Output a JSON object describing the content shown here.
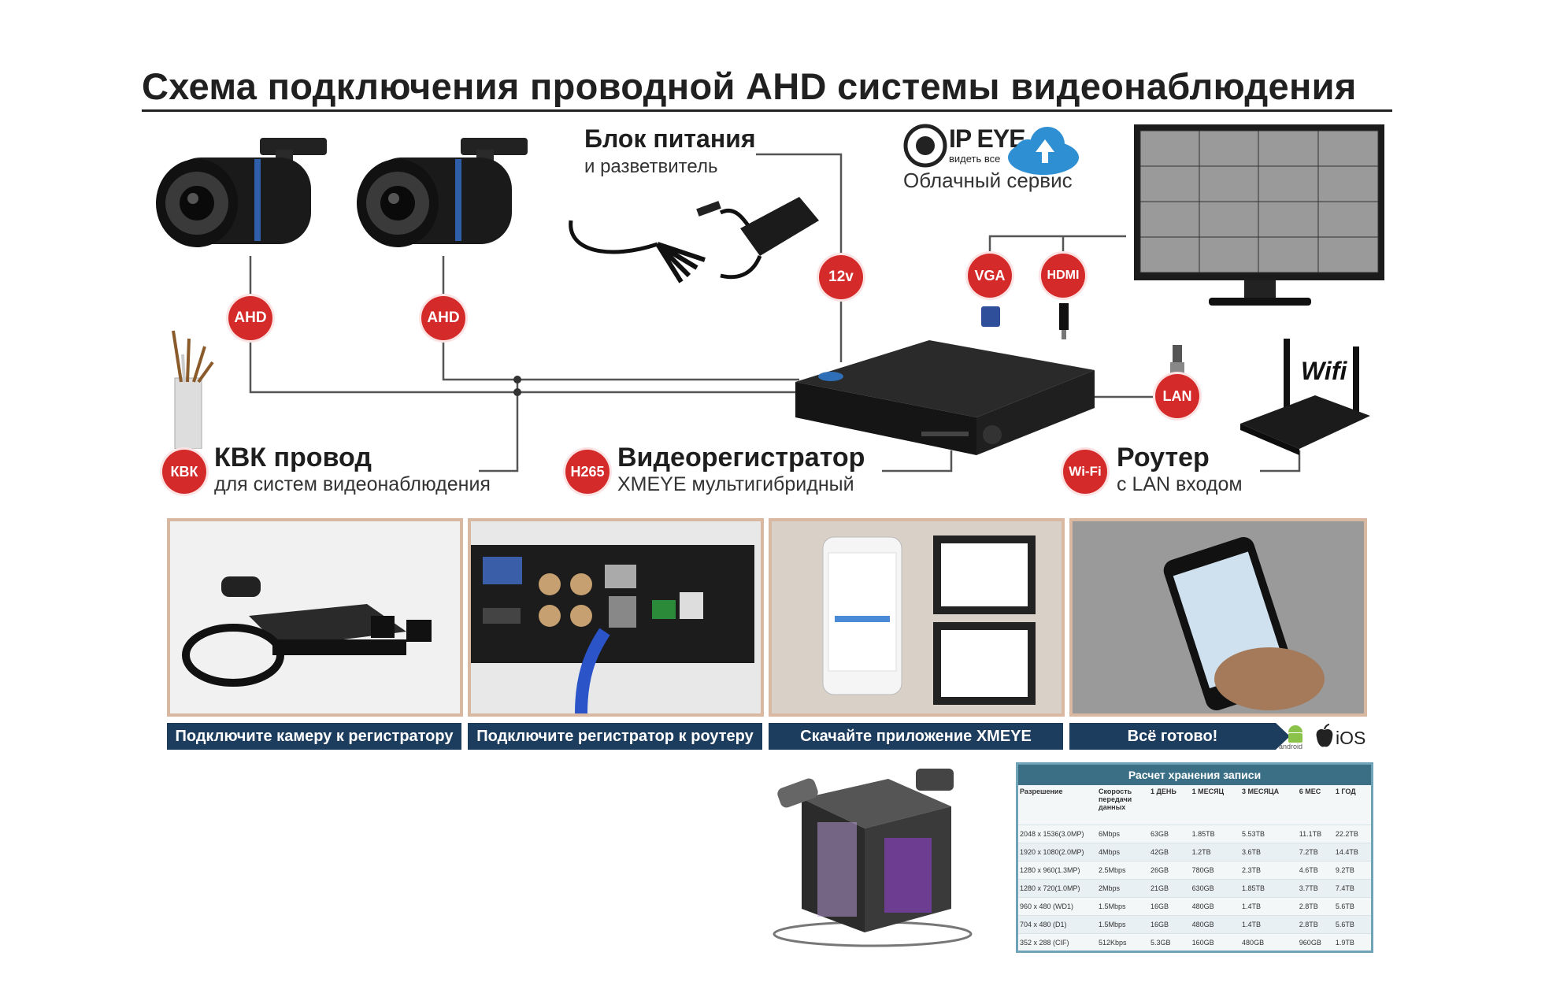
{
  "title": "Схема подключения проводной AHD системы видеонаблюдения",
  "power": {
    "title": "Блок питания",
    "subtitle": "и разветвитель"
  },
  "cloud": {
    "brand": "IP EYE",
    "tagline": "видеть все",
    "label": "Облачный сервис"
  },
  "badges": {
    "ahd1": "AHD",
    "ahd2": "AHD",
    "v12": "12v",
    "vga": "VGA",
    "hdmi": "HDMI",
    "lan": "LAN",
    "kvk": "КВК",
    "h265": "H265",
    "wifi": "Wi-Fi"
  },
  "cable": {
    "title": "КВК провод",
    "subtitle": "для систем видеонаблюдения"
  },
  "dvr": {
    "title": "Видеорегистратор",
    "subtitle": "XMEYE мультигибридный"
  },
  "router": {
    "title": "Роутер",
    "subtitle": "с LAN входом",
    "wifi_label": "Wifi"
  },
  "steps": [
    "Подключите камеру к регистратору",
    "Подключите регистратор к роутеру",
    "Скачайте приложение XMEYE",
    "Всё готово!"
  ],
  "os_logos": {
    "android": "android",
    "ios": "iOS"
  },
  "storage": {
    "title": "Расчет хранения записи",
    "headers": [
      "Разрешение",
      "Скорость передачи данных",
      "1 ДЕНЬ",
      "1 МЕСЯЦ",
      "3 МЕСЯЦА",
      "6 МЕС",
      "1 ГОД"
    ],
    "rows": [
      [
        "2048 x 1536(3.0MP)",
        "6Mbps",
        "63GB",
        "1.85TB",
        "5.53TB",
        "11.1TB",
        "22.2TB"
      ],
      [
        "1920 x 1080(2.0MP)",
        "4Mbps",
        "42GB",
        "1.2TB",
        "3.6TB",
        "7.2TB",
        "14.4TB"
      ],
      [
        "1280 x 960(1.3MP)",
        "2.5Mbps",
        "26GB",
        "780GB",
        "2.3TB",
        "4.6TB",
        "9.2TB"
      ],
      [
        "1280 x 720(1.0MP)",
        "2Mbps",
        "21GB",
        "630GB",
        "1.85TB",
        "3.7TB",
        "7.4TB"
      ],
      [
        "960 x 480 (WD1)",
        "1.5Mbps",
        "16GB",
        "480GB",
        "1.4TB",
        "2.8TB",
        "5.6TB"
      ],
      [
        "704 x 480 (D1)",
        "1.5Mbps",
        "16GB",
        "480GB",
        "1.4TB",
        "2.8TB",
        "5.6TB"
      ],
      [
        "352 x 288 (CIF)",
        "512Kbps",
        "5.3GB",
        "160GB",
        "480GB",
        "960GB",
        "1.9TB"
      ]
    ]
  },
  "colors": {
    "badge": "#d42a2a",
    "step_bar": "#1d3d5e",
    "wire": "#555555",
    "cloud": "#2f8fd3"
  }
}
